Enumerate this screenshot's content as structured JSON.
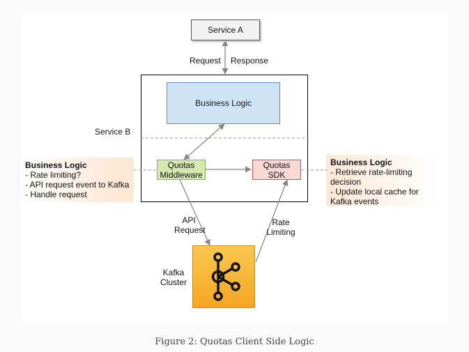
{
  "diagram": {
    "service_a": "Service A",
    "request_label": "Request",
    "response_label": "Response",
    "service_b": "Service B",
    "business_logic_box": "Business Logic",
    "quotas_middleware": [
      "Quotas",
      "Middleware"
    ],
    "quotas_sdk": [
      "Quotas",
      "SDK"
    ],
    "api_request": [
      "API",
      "Request"
    ],
    "rate_limiting": [
      "Rate",
      "Limiting"
    ],
    "kafka_cluster": [
      "Kafka",
      "Cluster"
    ],
    "left_note": {
      "title": "Business Logic",
      "lines": [
        "- Rate limiting?",
        "- API request event to Kafka",
        "- Handle request"
      ]
    },
    "right_note": {
      "title": "Business Logic",
      "lines": [
        "- Retrieve rate-limiting",
        "decision",
        "- Update local cache for",
        "Kafka events"
      ]
    },
    "colors": {
      "business_logic_fill": "#cfe3f7",
      "business_logic_border": "#6c8ebf",
      "middleware_fill": "#d5e8b0",
      "middleware_border": "#82b366",
      "sdk_fill": "#f8d7d5",
      "sdk_border": "#b85450",
      "note_fill": "#fde8d6",
      "kafka_fill": "#f5a623",
      "kafka_icon": "#111111",
      "arrow": "#888888"
    },
    "kafka_icon": "kafka-logo-icon"
  },
  "caption": "Figure 2: Quotas Client Side Logic"
}
